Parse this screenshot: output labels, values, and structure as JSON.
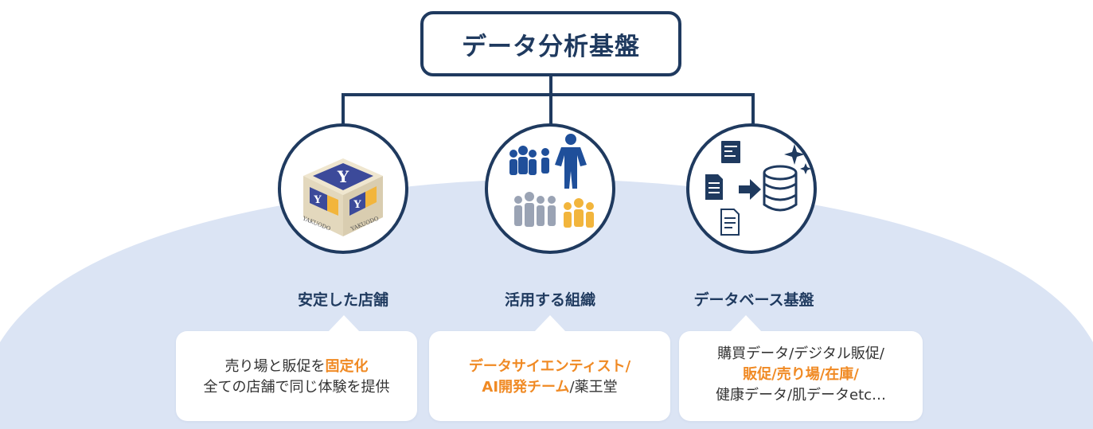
{
  "top": {
    "title": "データ分析基盤"
  },
  "pillars": [
    {
      "label": "安定した店舗",
      "icon": "yakuodo-cube-icon"
    },
    {
      "label": "活用する組織",
      "icon": "people-team-icon"
    },
    {
      "label": "データベース基盤",
      "icon": "database-icon"
    }
  ],
  "cube": {
    "letter": "Y",
    "brand": "YAKUODO"
  },
  "cards": {
    "store": {
      "line1_a": "売り場と販促を",
      "line1_b": "固定化",
      "line2": "全ての店舗で同じ体験を提供"
    },
    "org": {
      "line1": "データサイエンティスト/",
      "line2_a": "AI開発チーム",
      "line2_b": "/薬王堂"
    },
    "db": {
      "line1": "購買データ/デジタル販促/",
      "line2_a": "販促",
      "line2_b": "/",
      "line2_c": "売り場",
      "line2_d": "/",
      "line2_e": "在庫",
      "line2_f": "/",
      "line3": "健康データ/肌データetc…"
    }
  },
  "colors": {
    "navy": "#1f3a5f",
    "orange": "#f08a24",
    "dome": "#dbe4f4",
    "gray_people": "#9aa3b4",
    "yellow_people": "#f2b53c"
  }
}
